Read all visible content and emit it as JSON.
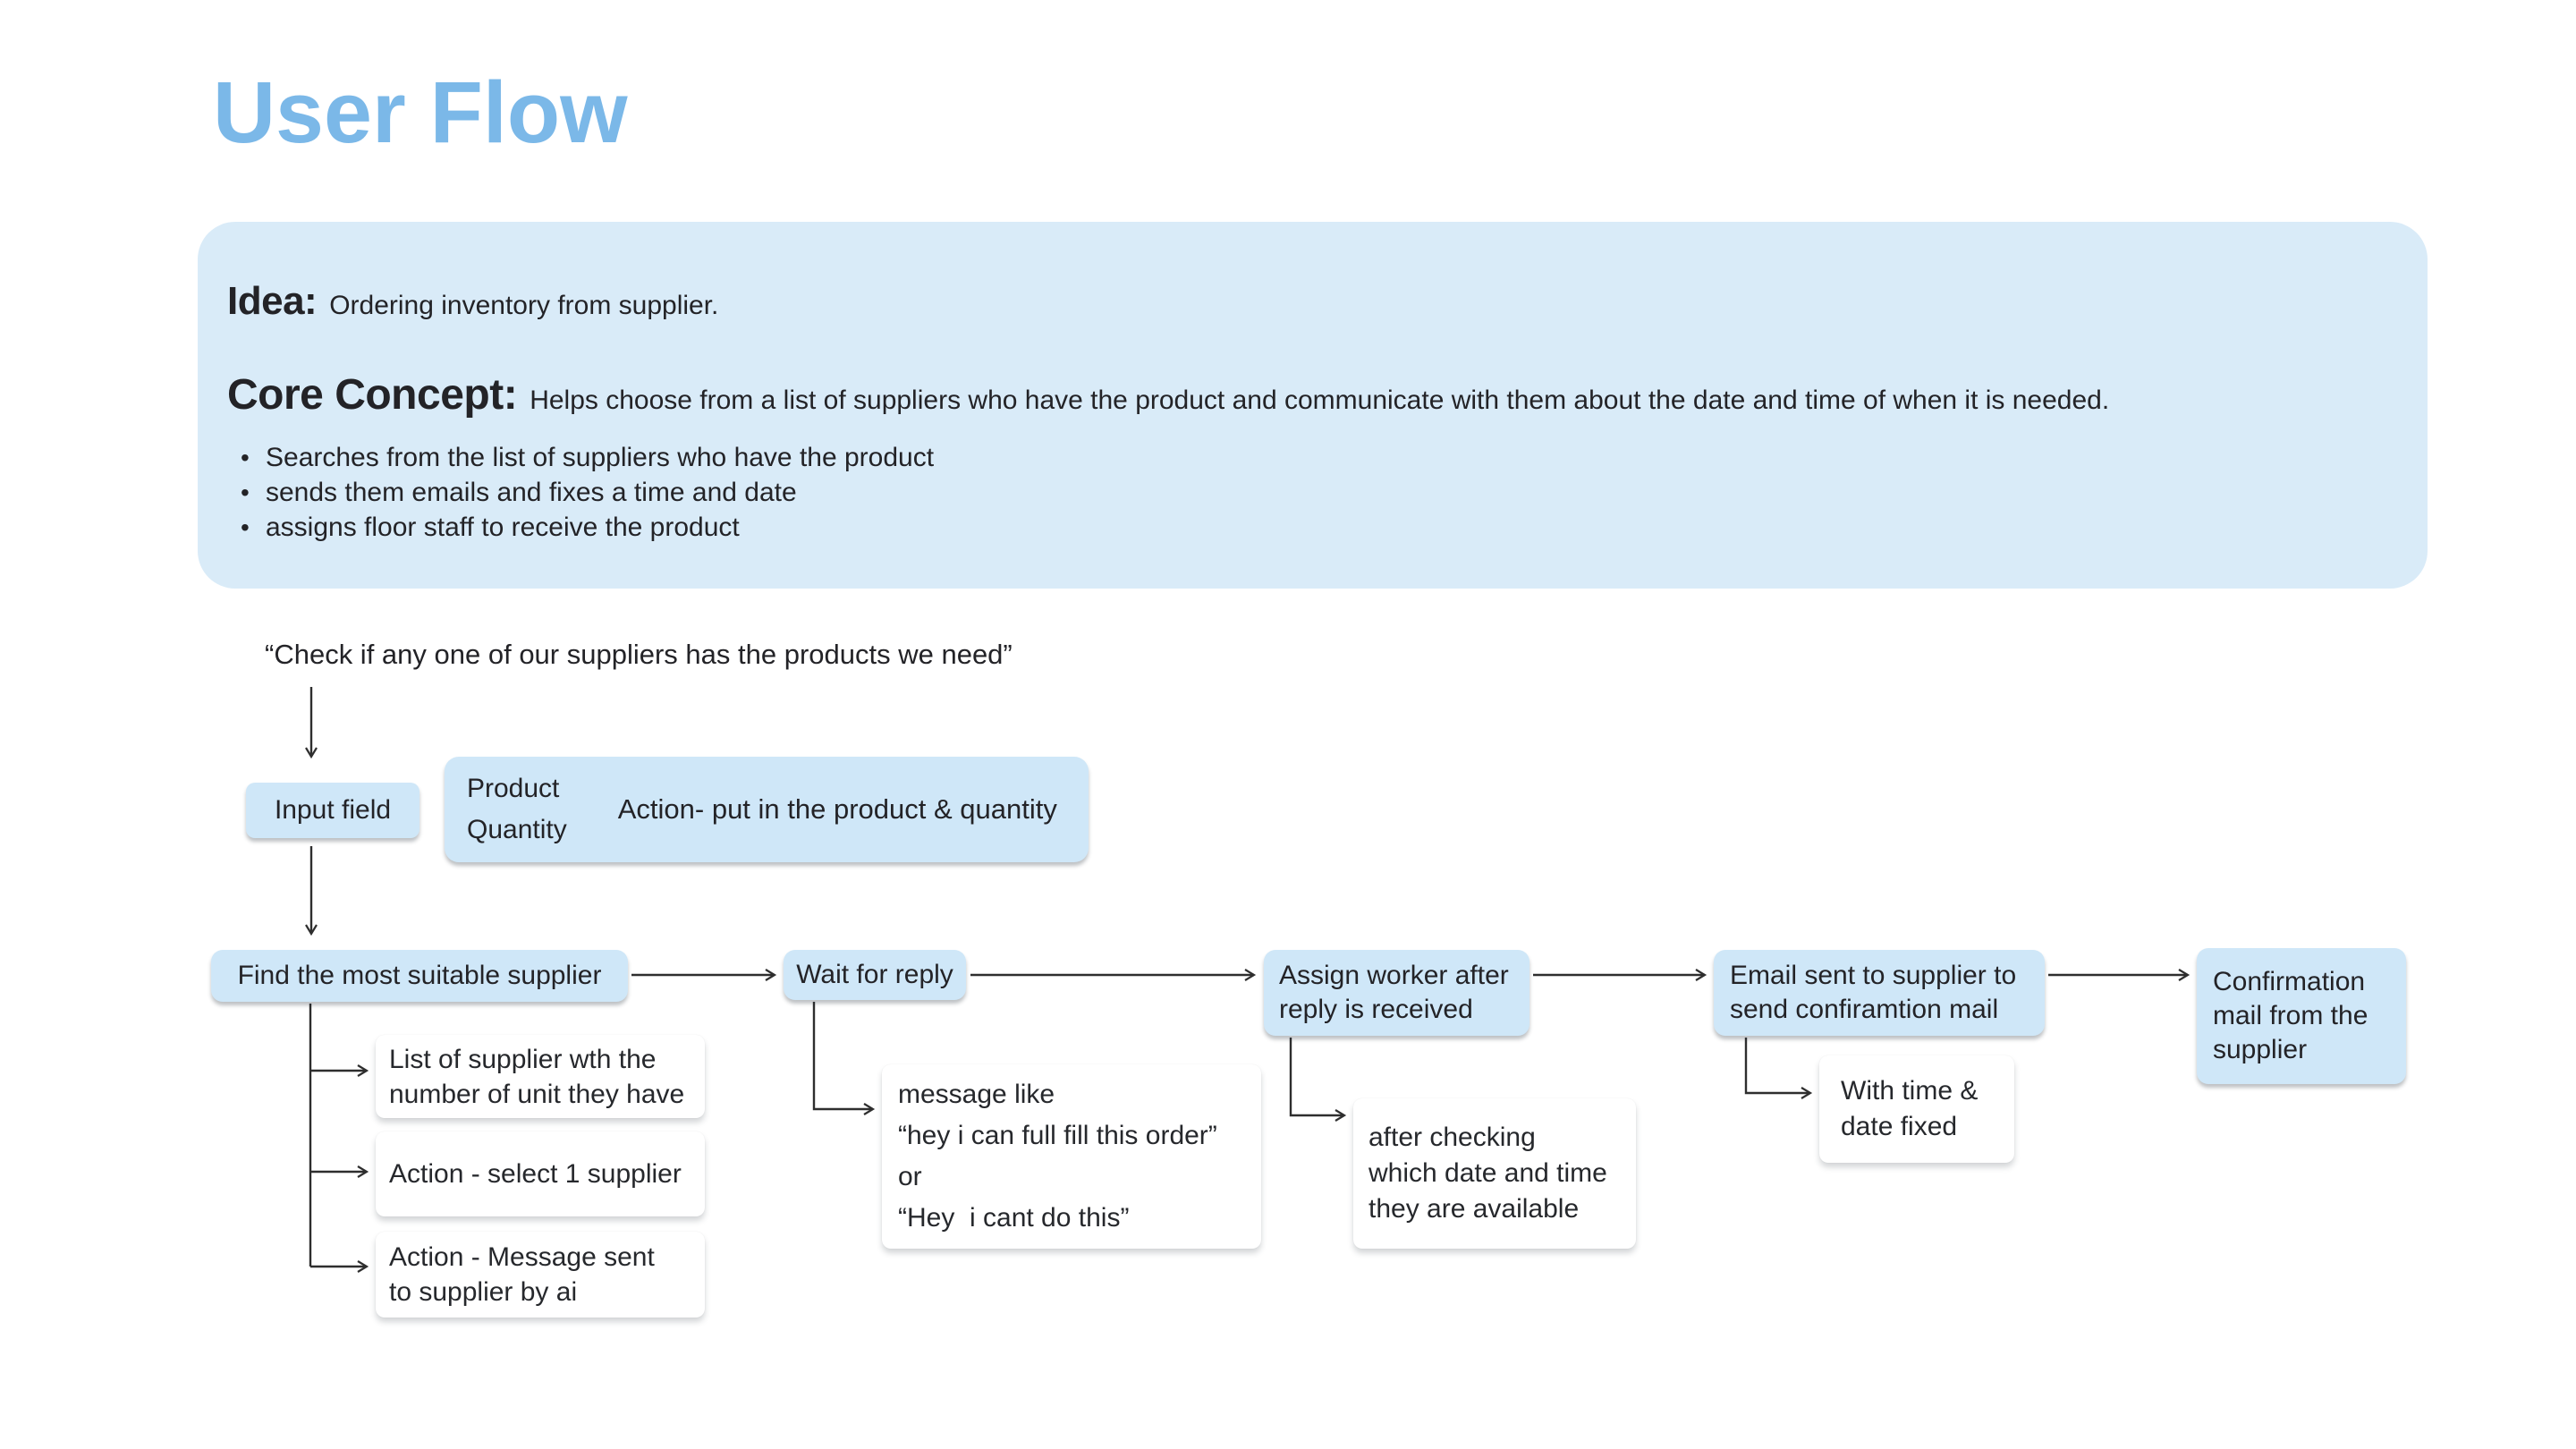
{
  "page": {
    "title": "User Flow"
  },
  "colors": {
    "title_accent": "#7BB8E8",
    "panel_bg": "#D9EBF8",
    "node_bg": "#CFE7F8",
    "note_bg": "#FFFFFF",
    "text": "#232327",
    "connector": "#2E2E2E"
  },
  "idea_panel": {
    "idea_label": "Idea:",
    "idea_text": "Ordering inventory from supplier.",
    "concept_label": "Core Concept:",
    "concept_text": "Helps choose from a list of suppliers who have the product and communicate with them about the date and time of when it is needed.",
    "bullets": [
      "Searches from the list of suppliers who have the product",
      "sends them emails and fixes a time and date",
      "assigns floor staff to receive the product"
    ]
  },
  "flow": {
    "start_quote": "“Check if any one of our suppliers has the products we need”",
    "nodes": {
      "input_field": "Input field",
      "product_quantity": "Product\nQuantity",
      "product_action": "Action- put in the product & quantity",
      "find_supplier": "Find the most suitable supplier",
      "wait_reply": "Wait for reply",
      "assign_worker": "Assign worker after\nreply is received",
      "email_sent": "Email sent to supplier to\nsend confiramtion mail",
      "confirmation": "Confirmation\nmail from the\nsupplier"
    },
    "notes": {
      "supplier_list": "List of supplier wth the\nnumber of unit they have",
      "select_supplier": "Action - select 1 supplier",
      "message_sent": "Action - Message sent\nto supplier by ai",
      "reply_examples": "message like\n“hey i can full fill this order”\nor\n“Hey  i cant do this”",
      "after_checking": "after checking\nwhich date and time\nthey are available",
      "time_date_fixed": "With time &\ndate fixed"
    }
  }
}
